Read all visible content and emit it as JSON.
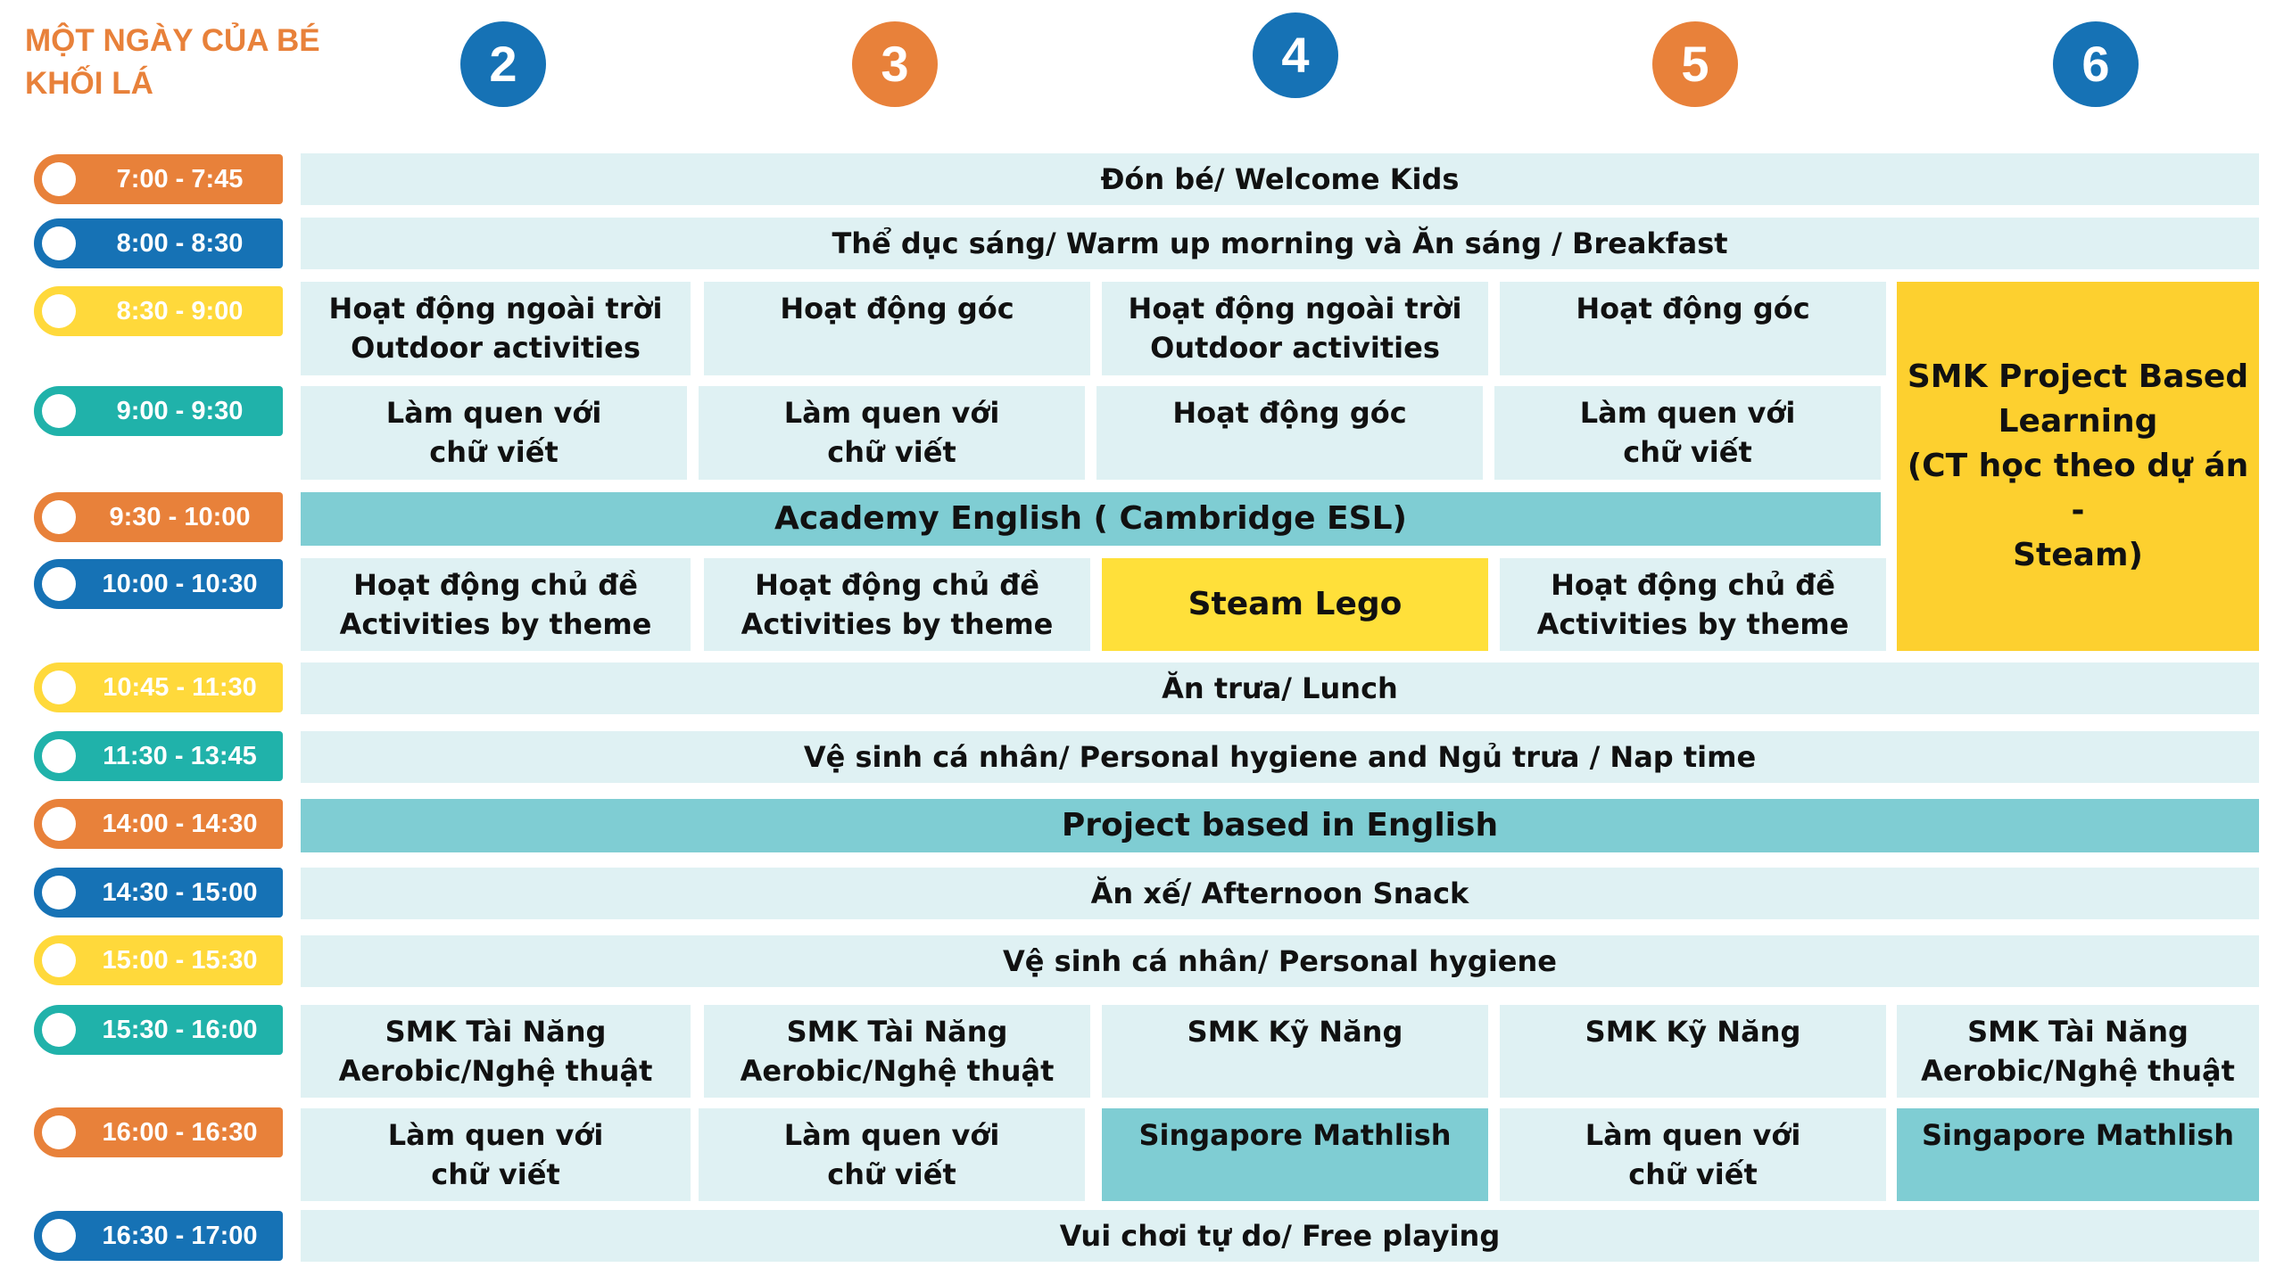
{
  "title": {
    "line1": "MỘT NGÀY CỦA BÉ",
    "line2": "KHỐI LÁ"
  },
  "days": [
    "2",
    "3",
    "4",
    "5",
    "6"
  ],
  "colors": {
    "orange": "#E8813A",
    "blue": "#1672B5",
    "yellow": "#FFD93B",
    "teal": "#20B2AA",
    "cell": "#DFF1F3",
    "highlight_teal": "#7FCDD3",
    "highlight_yellow": "#FFE03A",
    "highlight_gold": "#FDD02F"
  },
  "times": [
    "7:00 - 7:45",
    "8:00 - 8:30",
    "8:30 - 9:00",
    "9:00 - 9:30",
    "9:30 - 10:00",
    "10:00 - 10:30",
    "10:45 - 11:30",
    "11:30 - 13:45",
    "14:00 - 14:30",
    "14:30 - 15:00",
    "15:00 - 15:30",
    "15:30 - 16:00",
    "16:00 - 16:30",
    "16:30 - 17:00"
  ],
  "activities": {
    "welcome": "Đón bé/ Welcome Kids",
    "warmup": "Thể dục sáng/ Warm up morning và Ăn sáng / Breakfast",
    "outdoor": [
      "Hoạt động ngoài trời",
      "Outdoor activities"
    ],
    "corner": "Hoạt động góc",
    "writing": [
      "Làm quen với",
      "chữ viết"
    ],
    "academy": "Academy English ( Cambridge ESL)",
    "theme": [
      "Hoạt động chủ đề",
      "Activities by theme"
    ],
    "steam_lego": "Steam Lego",
    "smk_project": [
      "SMK Project Based",
      "Learning",
      "(CT học theo dự án -",
      "Steam)"
    ],
    "lunch": "Ăn trưa/ Lunch",
    "nap": "Vệ sinh cá nhân/ Personal hygiene and Ngủ trưa / Nap time",
    "project_english": "Project based in English",
    "snack": "Ăn xế/ Afternoon Snack",
    "hygiene": "Vệ sinh cá nhân/ Personal hygiene",
    "talent": [
      "SMK Tài Năng",
      "Aerobic/Nghệ thuật"
    ],
    "skills": "SMK Kỹ Năng",
    "mathlish": "Singapore Mathlish",
    "free_play": "Vui chơi tự do/ Free playing"
  }
}
